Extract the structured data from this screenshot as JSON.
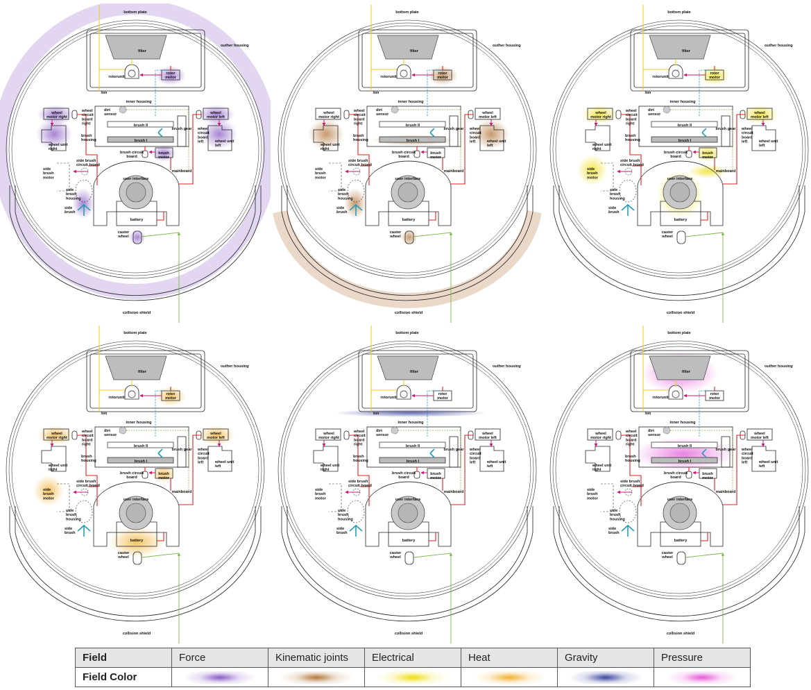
{
  "labels": {
    "bottom_plate": "bottom plate",
    "outer_housing": "outher housing",
    "filter": "filter",
    "rotorunit": "rotorunit",
    "rotor_motor": "rotor motor",
    "bin": "bin",
    "inner_housing": "inner housing",
    "dirt_sensor": "dirt sensor",
    "wheel_motor_right": "wheel motor right",
    "wheel_circuit_board_right": "wheel circuit board right",
    "wheel_motor_left": "wheel motor left",
    "wheel_circuit_board_left": "wheel circuit board left",
    "brush_housing": "brush housing",
    "brush_2": "brush II",
    "brush_1": "brush I",
    "brush_gear": "brush gear",
    "wheel_unit_right": "wheel unit right",
    "wheel_unit_left": "wheel unit left",
    "side_brush_circuit_board": "side brush circuit board",
    "side_brush_motor": "side brush motor",
    "side_brush_housing": "side brush housing",
    "side_brush": "side brush",
    "brush_circuit_board": "brush circuit board",
    "brush_motor": "brush motor",
    "mainboard": "mainboard",
    "user_interface": "user interface",
    "battery": "battery",
    "caster_wheel": "caster wheel",
    "collision_shield": "collision shield"
  },
  "panels": [
    {
      "field": "Force",
      "color": "#8a5cc4",
      "highlight": [
        "outer_housing",
        "wheel_motor_right",
        "wheel_unit_right",
        "wheel_motor_left",
        "wheel_unit_left",
        "side_brush",
        "brush_motor",
        "rotor_motor",
        "caster_wheel"
      ]
    },
    {
      "field": "Kinematic joints",
      "color": "#b4783c",
      "highlight": [
        "rotor_motor",
        "wheel_unit_right",
        "wheel_unit_left",
        "brush_1",
        "caster_wheel",
        "side_brush",
        "collision_shield"
      ]
    },
    {
      "field": "Electrical",
      "color": "#eedc10",
      "highlight": [
        "rotor_motor",
        "wheel_motor_right",
        "wheel_motor_left",
        "user_interface",
        "brush_motor",
        "side_brush_motor",
        "mainboard"
      ]
    },
    {
      "field": "Heat",
      "color": "#f0b030",
      "highlight": [
        "rotor_motor",
        "wheel_motor_right",
        "wheel_motor_left",
        "brush_motor",
        "side_brush_motor",
        "battery"
      ]
    },
    {
      "field": "Gravity",
      "color": "#3c46a0",
      "highlight": [
        "bin"
      ]
    },
    {
      "field": "Pressure",
      "color": "#e45ad8",
      "highlight": [
        "filter",
        "brush_housing"
      ]
    }
  ],
  "legend": {
    "row1_header": "Field",
    "row2_header": "Field Color",
    "fields": [
      {
        "name": "Force",
        "color": "#8a5cc4"
      },
      {
        "name": "Kinematic joints",
        "color": "#b4783c"
      },
      {
        "name": "Electrical",
        "color": "#eedc10"
      },
      {
        "name": "Heat",
        "color": "#f0b030"
      },
      {
        "name": "Gravity",
        "color": "#3c46a0"
      },
      {
        "name": "Pressure",
        "color": "#e45ad8"
      }
    ]
  }
}
